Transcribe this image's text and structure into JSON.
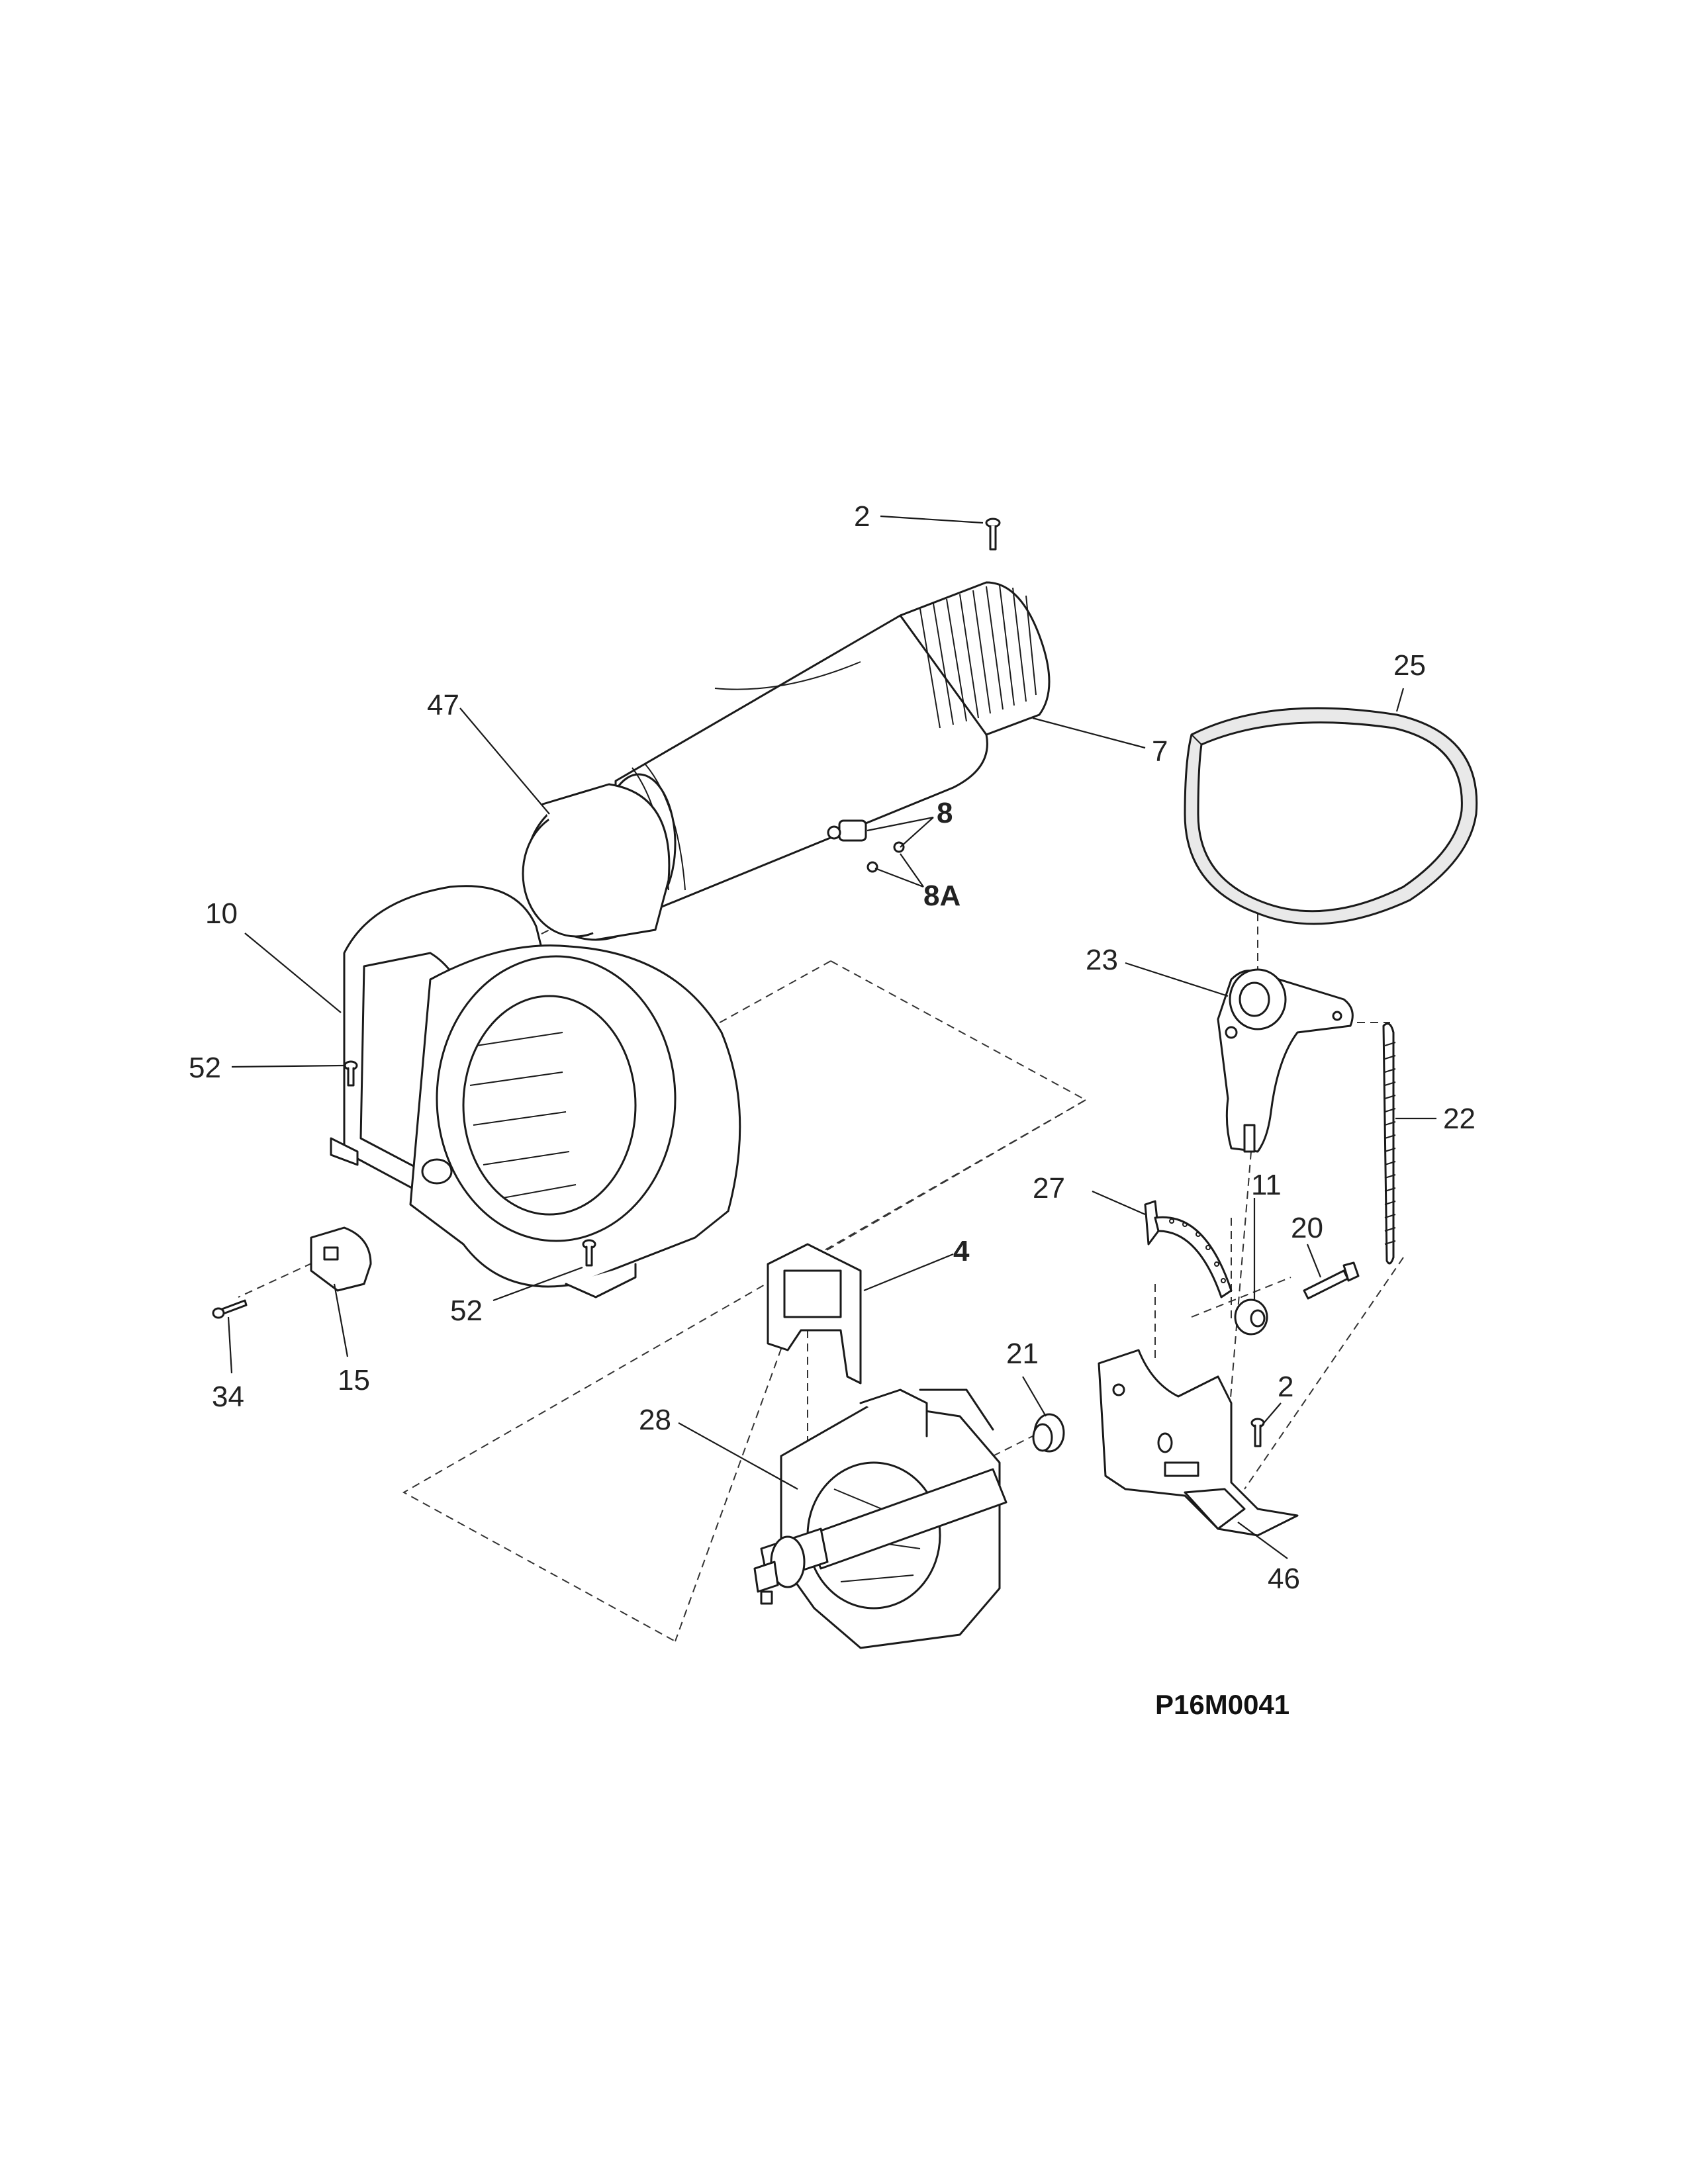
{
  "diagram_id": "P16M0041",
  "callouts": {
    "c2_top": "2",
    "c47": "47",
    "c7": "7",
    "c8": "8",
    "c8a": "8A",
    "c25": "25",
    "c10": "10",
    "c52_left": "52",
    "c52_bottom": "52",
    "c23": "23",
    "c22": "22",
    "c11": "11",
    "c27": "27",
    "c20": "20",
    "c4": "4",
    "c34": "34",
    "c15": "15",
    "c21": "21",
    "c2_right": "2",
    "c28": "28",
    "c46": "46"
  }
}
